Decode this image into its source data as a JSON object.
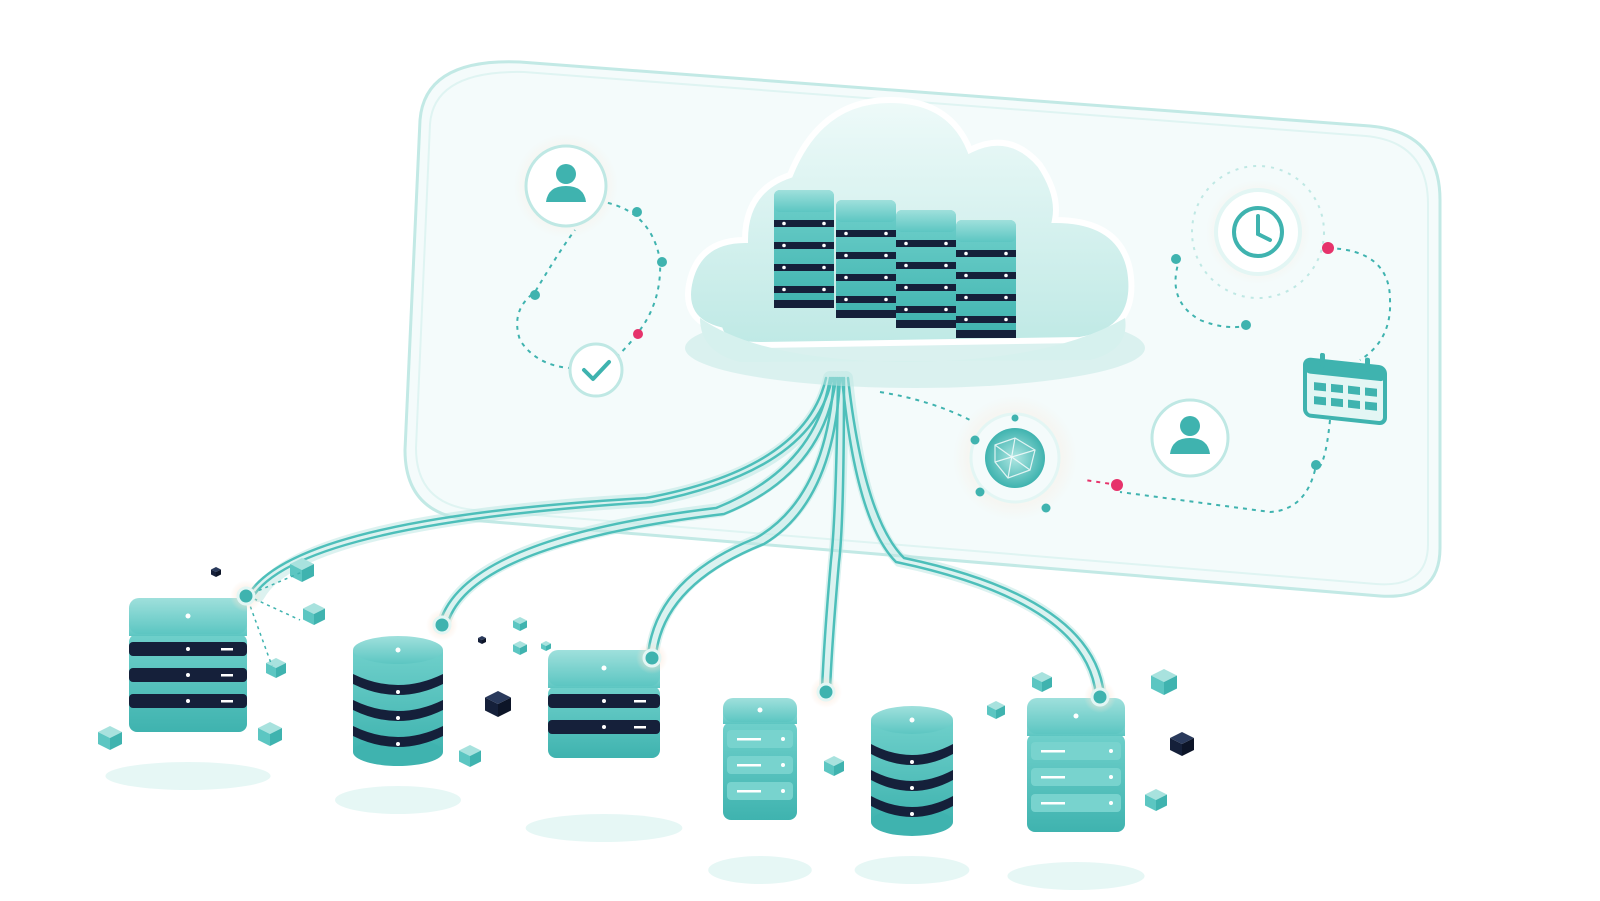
{
  "palette": {
    "teal": "#5cc6c2",
    "teal_light": "#a8e2de",
    "teal_pale": "#e3f6f4",
    "teal_dark": "#2aa3a0",
    "navy": "#15203a",
    "pink": "#e6336b",
    "glow": "#f7d9c4",
    "panel_stroke": "#bfe8e4"
  },
  "icons": {
    "cloud": "cloud-icon",
    "user": "user-icon",
    "check": "check-icon",
    "clock": "clock-icon",
    "calendar": "calendar-icon",
    "network": "network-globe-icon"
  },
  "scene": {
    "cloud_server_count": 4,
    "storage_nodes": [
      {
        "kind": "box-stack",
        "layers": 3
      },
      {
        "kind": "cylinder",
        "layers": 3
      },
      {
        "kind": "box-stack",
        "layers": 2
      },
      {
        "kind": "box-small",
        "layers": 3
      },
      {
        "kind": "cylinder",
        "layers": 3
      },
      {
        "kind": "box-light",
        "layers": 3
      }
    ]
  }
}
